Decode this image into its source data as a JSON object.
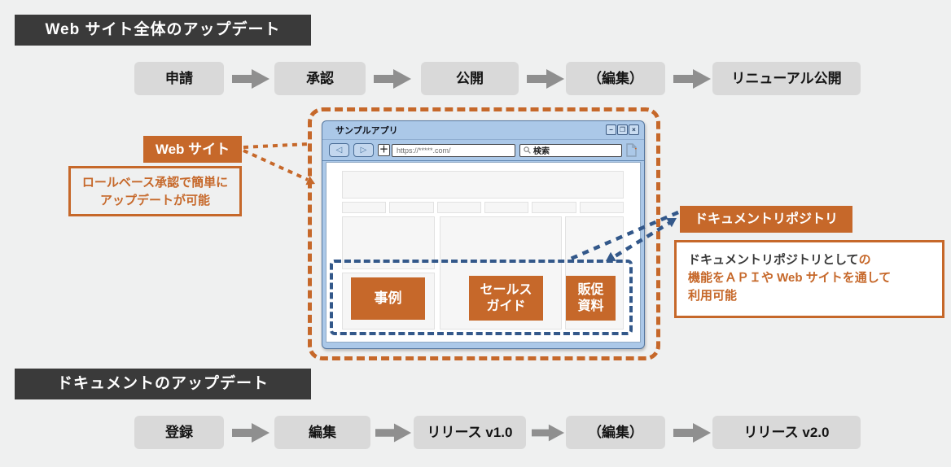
{
  "colors": {
    "accent_orange": "#c6682a",
    "accent_blue": "#33588a",
    "banner_bg": "#3a3a3a",
    "flow_box_bg": "#d9d9d9",
    "arrow_gray": "#8f8f8f",
    "browser_chrome": "#abc8e8"
  },
  "site_flow": {
    "banner": "Web サイト全体のアップデート",
    "steps": [
      "申請",
      "承認",
      "公開",
      "（編集）",
      "リニューアル公開"
    ]
  },
  "doc_flow": {
    "banner": "ドキュメントのアップデート",
    "steps": [
      "登録",
      "編集",
      "リリース v1.0",
      "（編集）",
      "リリース v2.0"
    ]
  },
  "website_callout": {
    "label": "Web サイト",
    "note": "ロールベース承認で簡単に\nアップデートが可能"
  },
  "repository_callout": {
    "label": "ドキュメントリポジトリ",
    "note_dark": "ドキュメントリポジトリとして",
    "note_orange": "の\n機能をＡＰＩや Web サイトを通して\n利用可能"
  },
  "browser": {
    "window_title": "サンプルアプリ",
    "url": "https://*****.com/",
    "search_label": "検索",
    "controls": {
      "minimize": "−",
      "maximize": "❐",
      "close": "×"
    },
    "nav": {
      "back": "◁",
      "forward": "▷",
      "add": "＋"
    },
    "doc_buttons": [
      "事例",
      "セールス\nガイド",
      "販促\n資料"
    ]
  }
}
